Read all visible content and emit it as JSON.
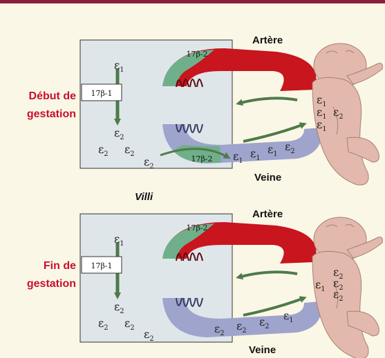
{
  "colors": {
    "top_bar": "#8a1f3a",
    "background": "#fbf7e6",
    "villus_box": "#dfe6ea",
    "artery": "#c8151e",
    "vein": "#9ea4cc",
    "enzyme_zone": "#6fb08a",
    "arrow": "#4f7a4a",
    "label_red": "#c8102e"
  },
  "labels": {
    "artery": "Artère",
    "vein": "Veine",
    "villi": "Villi",
    "early_line1": "Début de",
    "early_line2": "gestation",
    "late_line1": "Fin de",
    "late_line2": "gestation"
  },
  "symbols": {
    "epsilon": "ε",
    "sub1": "1",
    "sub2": "2",
    "enzyme1": "17β-1",
    "enzyme2": "17β-2"
  },
  "icons": {
    "fetus": "fetus-illustration"
  }
}
